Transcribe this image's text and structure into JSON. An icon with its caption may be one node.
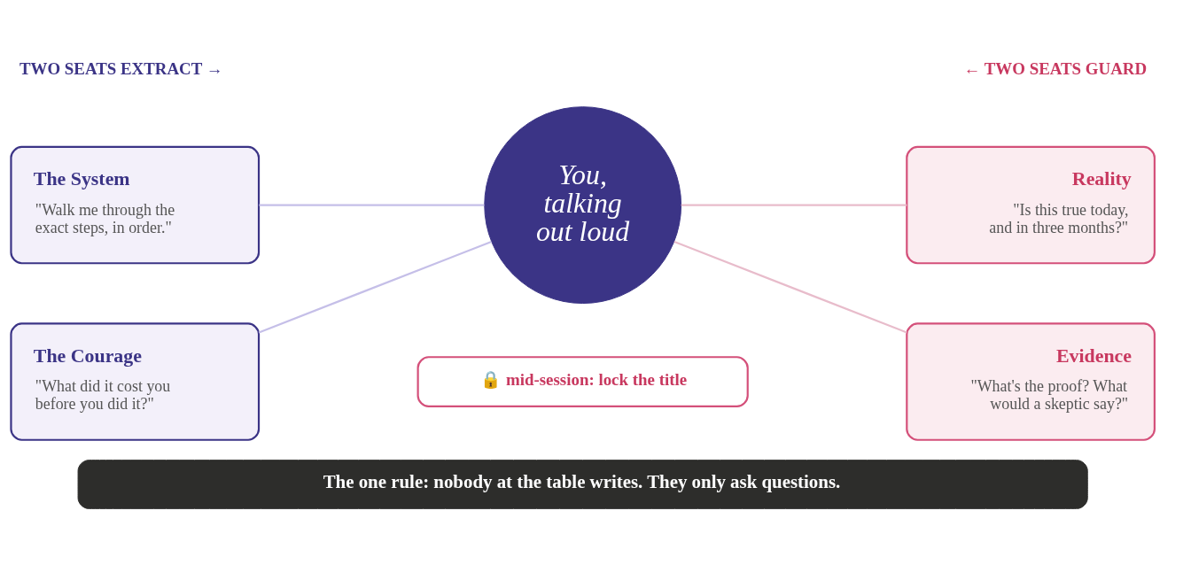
{
  "diagram": {
    "nodes": [
      {
        "text": [
          "The System",
          "\"Walk me through the exact steps, in order.\""
        ]
      },
      {
        "text": [
          "The Courage",
          "\"What did it cost you before you did it?\""
        ]
      },
      {
        "text": [
          "You, talking out loud"
        ]
      },
      {
        "text": [
          "Reality",
          "\"Is this true today, and in three months?\""
        ]
      },
      {
        "text": [
          "Evidence",
          "\"What's the proof? What would a skeptic say?\""
        ]
      },
      {
        "text": [
          "🔒 mid-session: lock the title"
        ]
      },
      {
        "text": [
          "The one rule: nobody at the table writes. They only ask questions."
        ]
      }
    ],
    "edges": [
      {
        "from": 0,
        "to": 2,
        "arrow": "none",
        "color": "#c5bfe8"
      },
      {
        "from": 1,
        "to": 2,
        "arrow": "none",
        "color": "#c5bfe8"
      },
      {
        "from": 2,
        "to": 3,
        "arrow": "none",
        "color": "#e8bccb"
      },
      {
        "from": 2,
        "to": 4,
        "arrow": "none",
        "color": "#e8bccb"
      }
    ],
    "labels": [
      "TWO SEATS EXTRACT →",
      "← TWO SEATS GUARD"
    ]
  }
}
